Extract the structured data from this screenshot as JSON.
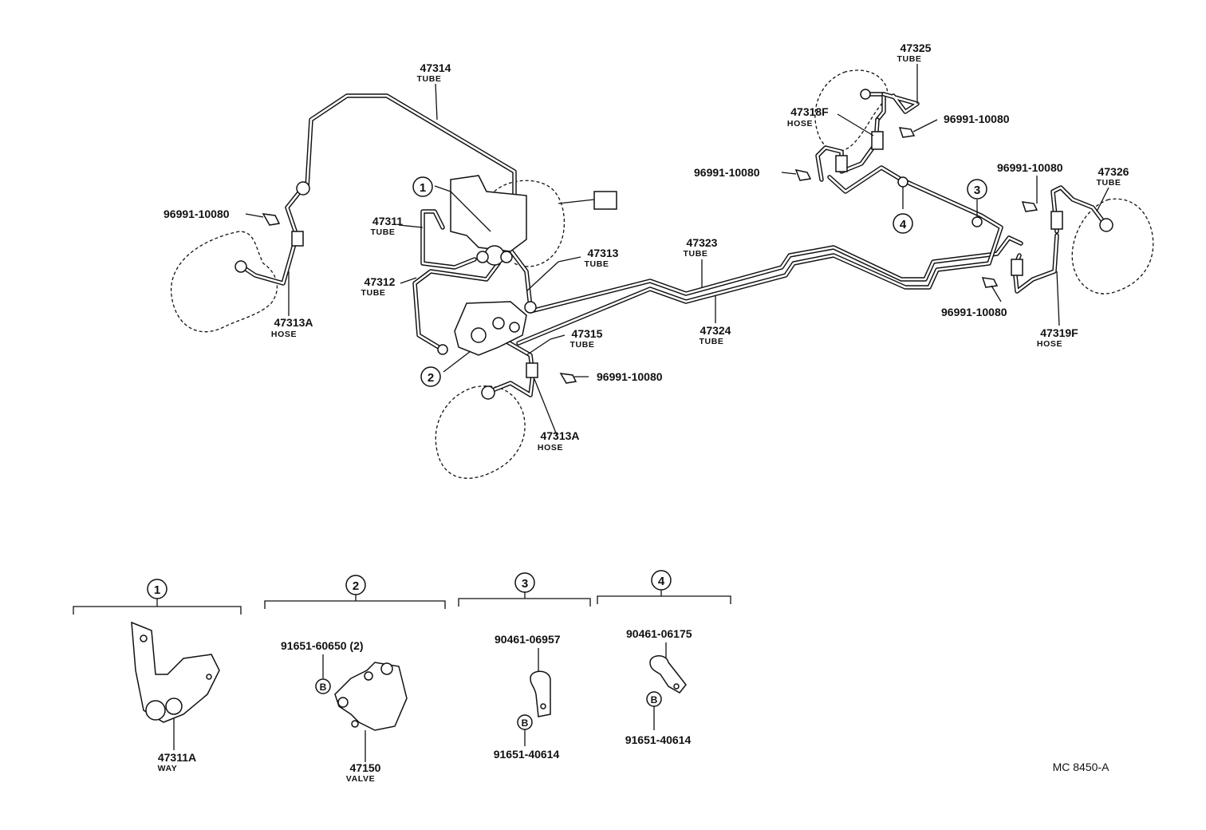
{
  "drawing_code": "MC 8450-A",
  "labels": {
    "p47314": {
      "num": "47314",
      "type": "TUBE"
    },
    "p47311": {
      "num": "47311",
      "type": "TUBE"
    },
    "p47312": {
      "num": "47312",
      "type": "TUBE"
    },
    "p47313": {
      "num": "47313",
      "type": "TUBE"
    },
    "p47315": {
      "num": "47315",
      "type": "TUBE"
    },
    "p47313a_left": {
      "num": "47313A",
      "type": "HOSE"
    },
    "p47313a_center": {
      "num": "47313A",
      "type": "HOSE"
    },
    "p47323": {
      "num": "47323",
      "type": "TUBE"
    },
    "p47324": {
      "num": "47324",
      "type": "TUBE"
    },
    "p47325": {
      "num": "47325",
      "type": "TUBE"
    },
    "p47318f": {
      "num": "47318F",
      "type": "HOSE"
    },
    "p47326": {
      "num": "47326",
      "type": "TUBE"
    },
    "p47319f": {
      "num": "47319F",
      "type": "HOSE"
    },
    "clip_left": {
      "num": "96991-10080"
    },
    "clip_center": {
      "num": "96991-10080"
    },
    "clip_mid_right": {
      "num": "96991-10080"
    },
    "clip_top_right": {
      "num": "96991-10080"
    },
    "clip_far_right_top": {
      "num": "96991-10080"
    },
    "clip_far_right_bottom": {
      "num": "96991-10080"
    }
  },
  "callouts": [
    "1",
    "2",
    "3",
    "4"
  ],
  "details": {
    "d1": {
      "index": "1",
      "part": "47311A",
      "type": "WAY"
    },
    "d2": {
      "index": "2",
      "part": "47150",
      "type": "VALVE",
      "bolt": "91651-60650 (2)",
      "bolt_mark": "B"
    },
    "d3": {
      "index": "3",
      "clamp": "90461-06957",
      "bolt": "91651-40614",
      "bolt_mark": "B"
    },
    "d4": {
      "index": "4",
      "clamp": "90461-06175",
      "bolt": "91651-40614",
      "bolt_mark": "B"
    }
  }
}
